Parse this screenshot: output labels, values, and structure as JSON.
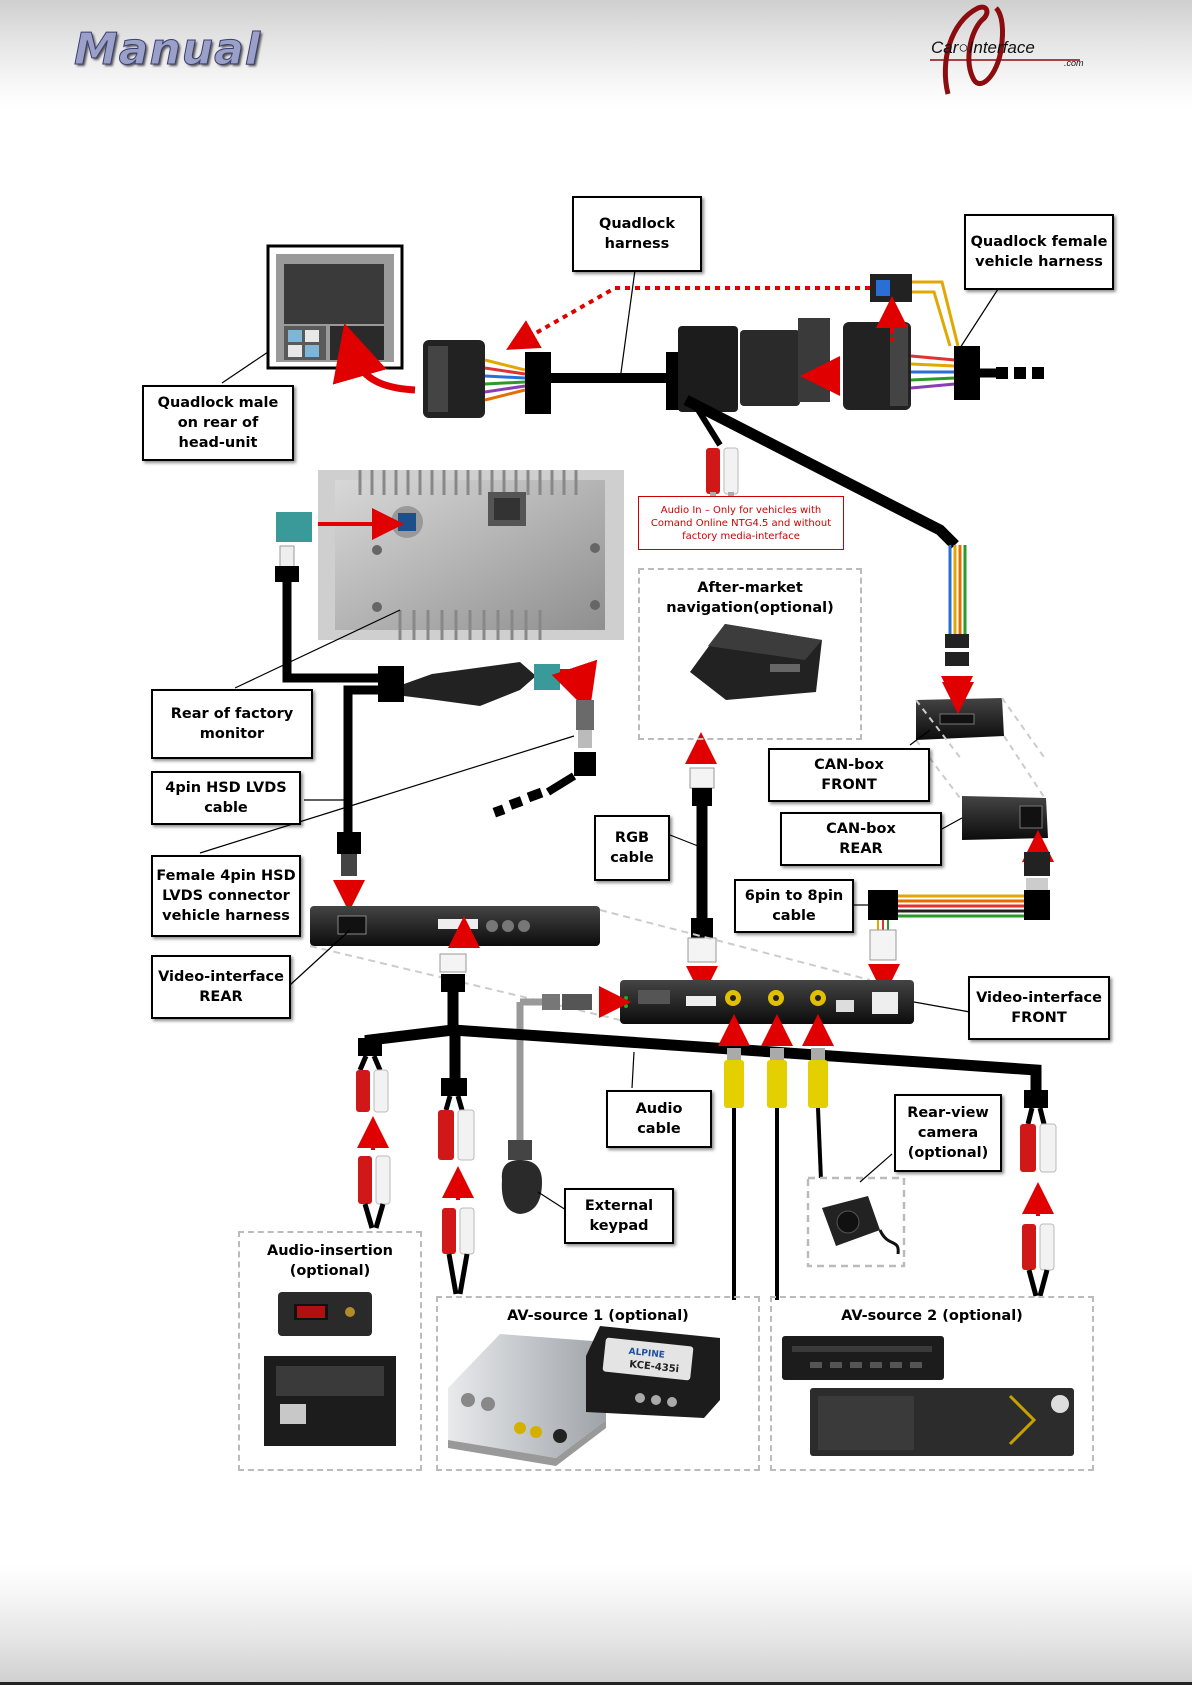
{
  "header": {
    "title": "Manual",
    "logo_text": "Car○Interface",
    "logo_sub": ".com"
  },
  "labels": {
    "quadlock_harness": "Quadlock\nharness",
    "quadlock_female": "Quadlock female\nvehicle harness",
    "quadlock_male": "Quadlock male\non rear of\nhead-unit",
    "audio_in_note": "Audio In – Only for vehicles with\nComand Online NTG4.5 and without\nfactory media-interface",
    "aftermarket_nav": "After-market\nnavigation(optional)",
    "rear_factory_monitor": "Rear of factory\nmonitor",
    "hsd_cable": "4pin HSD LVDS\ncable",
    "female_hsd": "Female 4pin HSD\nLVDS connector\nvehicle harness",
    "can_front": "CAN-box\nFRONT",
    "can_rear": "CAN-box\nREAR",
    "rgb_cable": "RGB\ncable",
    "six_eight_cable": "6pin to 8pin\ncable",
    "video_rear": "Video-interface\nREAR",
    "video_front": "Video-interface\nFRONT",
    "audio_cable": "Audio\ncable",
    "rear_camera": "Rear-view\ncamera\n(optional)",
    "external_keypad": "External\nkeypad",
    "audio_insertion": "Audio-insertion\n(optional)",
    "av_source_1": "AV-source 1 (optional)",
    "av_source_2": "AV-source 2 (optional)"
  },
  "device_text": {
    "alpine_brand": "ALPINE",
    "alpine_model": "KCE-435i"
  },
  "colors": {
    "arrow": "#e00000",
    "cable": "#000000",
    "dashed_box": "#bbbbbb",
    "note": "#cc0000"
  }
}
